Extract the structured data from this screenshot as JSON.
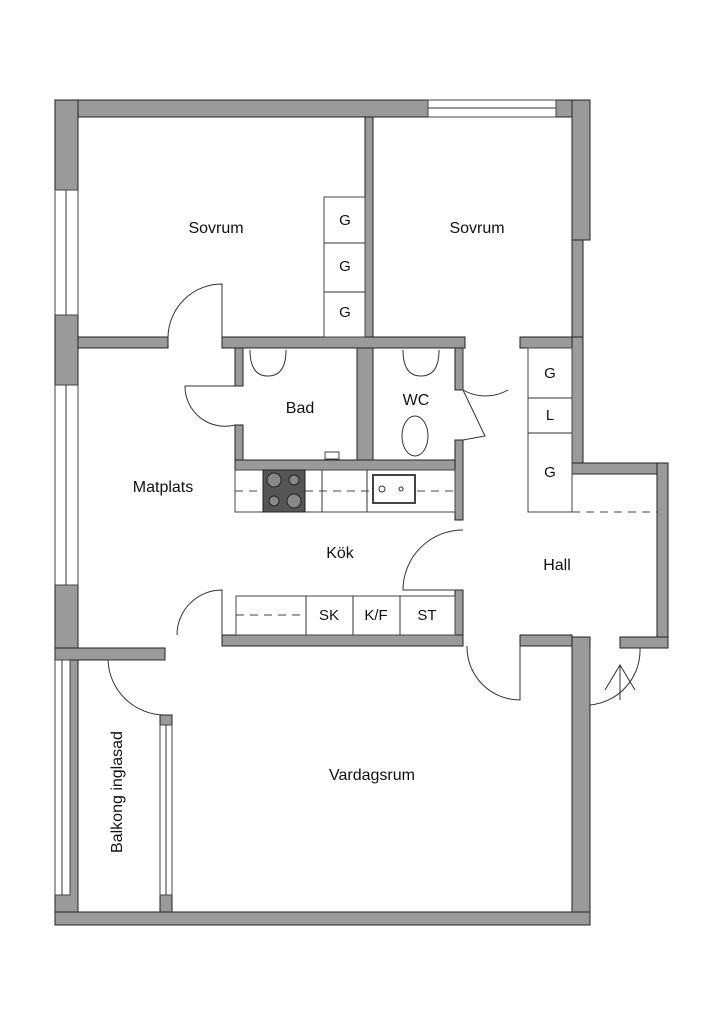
{
  "rooms": {
    "bedroom1": "Sovrum",
    "bedroom2": "Sovrum",
    "dining": "Matplats",
    "bath": "Bad",
    "wc": "WC",
    "kitchen": "Kök",
    "hall": "Hall",
    "living": "Vardagsrum",
    "balcony": "Balkong inglasad"
  },
  "storage": {
    "bedroom_wardrobes": [
      "G",
      "G",
      "G"
    ],
    "hall_wardrobes": [
      "G",
      "L",
      "G"
    ],
    "kitchen_units": [
      "SK",
      "K/F",
      "ST"
    ]
  },
  "colors": {
    "wall": "#9a9a9a",
    "stove": "#555555"
  }
}
